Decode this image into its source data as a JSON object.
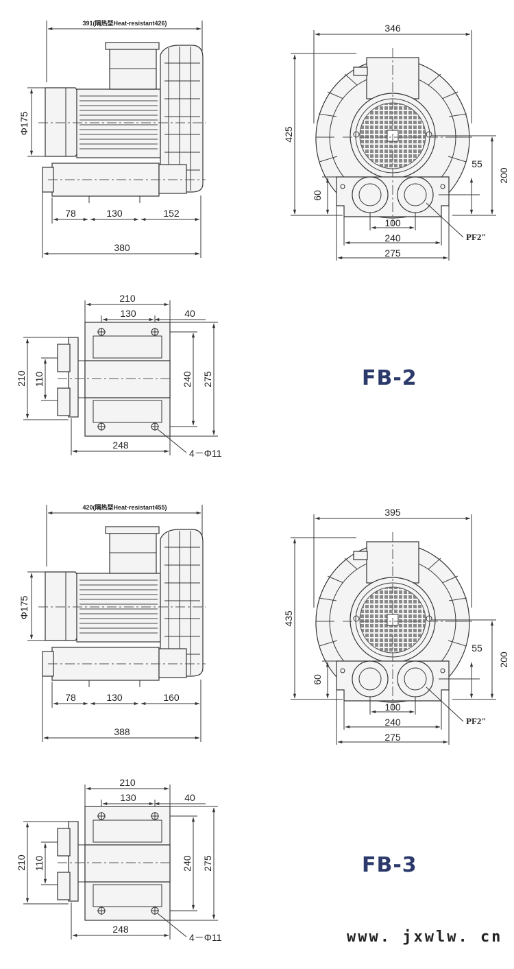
{
  "models": [
    {
      "name": "FB-2",
      "side_view": {
        "overall_top_label": "391(隔热型Heat-resistant426)",
        "diameter_label": "Φ175",
        "base_segments": [
          "78",
          "130",
          "152"
        ],
        "overall_bottom": "380"
      },
      "front_view": {
        "width": "346",
        "height": "425",
        "center_height": "200",
        "port_offset": "55",
        "flange_height": "60",
        "port_spacing": "100",
        "inner_base": "240",
        "outer_base": "275",
        "port_label": "PF2\""
      },
      "base_view": {
        "top_span": "210",
        "hole_spacing": "130",
        "edge_offset": "40",
        "left_height": "210",
        "flange_height": "110",
        "inner_height": "240",
        "outer_height": "275",
        "bottom_span": "248",
        "holes_label": "4－Φ11"
      }
    },
    {
      "name": "FB-3",
      "side_view": {
        "overall_top_label": "420(隔热型Heat-resistant455)",
        "diameter_label": "Φ175",
        "base_segments": [
          "78",
          "130",
          "160"
        ],
        "overall_bottom": "388"
      },
      "front_view": {
        "width": "395",
        "height": "435",
        "center_height": "200",
        "port_offset": "55",
        "flange_height": "60",
        "port_spacing": "100",
        "inner_base": "240",
        "outer_base": "275",
        "port_label": "PF2\""
      },
      "base_view": {
        "top_span": "210",
        "hole_spacing": "130",
        "edge_offset": "40",
        "left_height": "210",
        "flange_height": "110",
        "inner_height": "240",
        "outer_height": "275",
        "bottom_span": "248",
        "holes_label": "4－Φ11"
      }
    }
  ],
  "website": "www. jxwlw. cn",
  "colors": {
    "model_label": "#2b3a6b",
    "line": "#333333"
  }
}
